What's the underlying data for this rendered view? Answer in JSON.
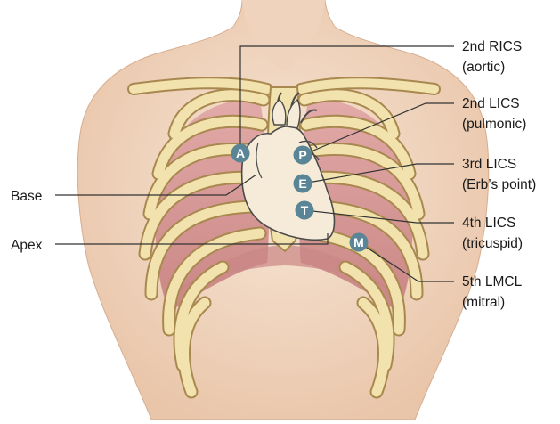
{
  "figure": {
    "landmarks": [
      {
        "id": "A",
        "label_line1": "2nd RICS",
        "label_line2": "(aortic)"
      },
      {
        "id": "P",
        "label_line1": "2nd LICS",
        "label_line2": "(pulmonic)"
      },
      {
        "id": "E",
        "label_line1": "3rd LICS",
        "label_line2": "(Erb’s point)"
      },
      {
        "id": "T",
        "label_line1": "4th LICS",
        "label_line2": "(tricuspid)"
      },
      {
        "id": "M",
        "label_line1": "5th LMCL",
        "label_line2": "(mitral)"
      }
    ],
    "left_labels": {
      "base": "Base",
      "apex": "Apex"
    },
    "colors": {
      "skin": "#f3dcc8",
      "skin_shadow": "#e7c2a6",
      "rib": "#f2e2ae",
      "rib_edge": "#a8884e",
      "lung": "#d99d9c",
      "heart": "#f6ead8",
      "marker": "#5a8596",
      "leader": "#333333"
    }
  }
}
